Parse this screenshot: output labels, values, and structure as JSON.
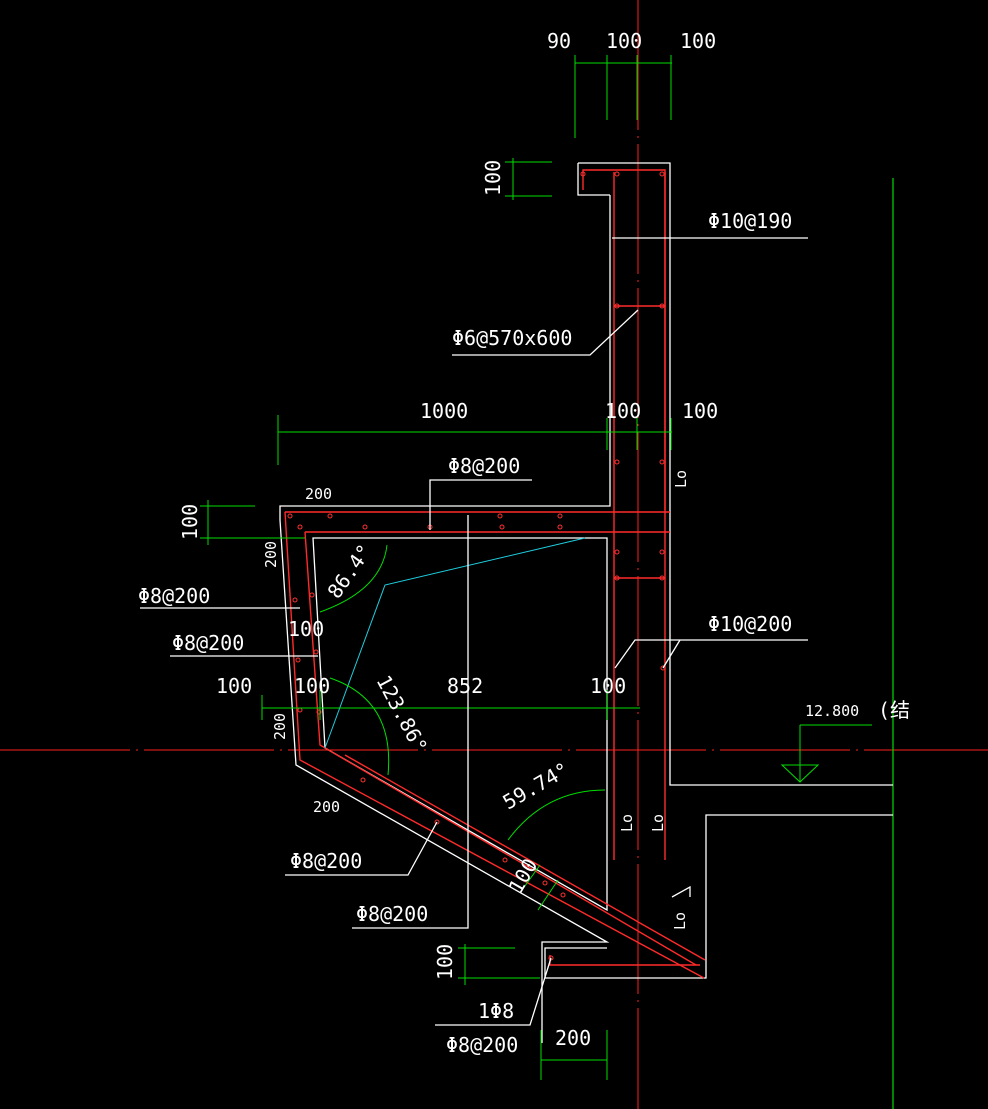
{
  "colors": {
    "background": "#000000",
    "outline": "#ffffff",
    "dimension": "#00dd00",
    "rebar": "#ff2a2a",
    "angle_helper": "#1ecfe0"
  },
  "dimensions": {
    "top_90": "90",
    "top_100a": "100",
    "top_100b": "100",
    "left_100_top": "100",
    "mid_1000": "1000",
    "mid_100a": "100",
    "mid_100b": "100",
    "slab_100": "100",
    "slab_200": "200",
    "wall_200": "200",
    "left_100a": "100",
    "left_100b": "100",
    "left_100c": "100",
    "span_852": "852",
    "right_100": "100",
    "wall_200_low": "200",
    "bottom_200": "200",
    "diag_100": "100",
    "foot_100": "100",
    "foot_200": "200"
  },
  "rebar_labels": {
    "top_vertical": "Φ10@190",
    "stirrup": "Φ6@570x600",
    "slab": "Φ8@200",
    "left_outer": "Φ8@200",
    "left_inner": "Φ8@200",
    "right_wall": "Φ10@200",
    "diag_lower": "Φ8@200",
    "diag_upper": "Φ8@200",
    "foot_bar": "1Φ8",
    "foot_stirrup": "Φ8@200"
  },
  "angles": {
    "a1": "86.4°",
    "a2": "123.86°",
    "a3": "59.74°"
  },
  "anchorage": {
    "lo1": "Lo",
    "lo2": "Lo",
    "lo3": "Lo",
    "lo4": "Lo"
  },
  "elevation": {
    "value": "12.800",
    "note": "(结"
  }
}
